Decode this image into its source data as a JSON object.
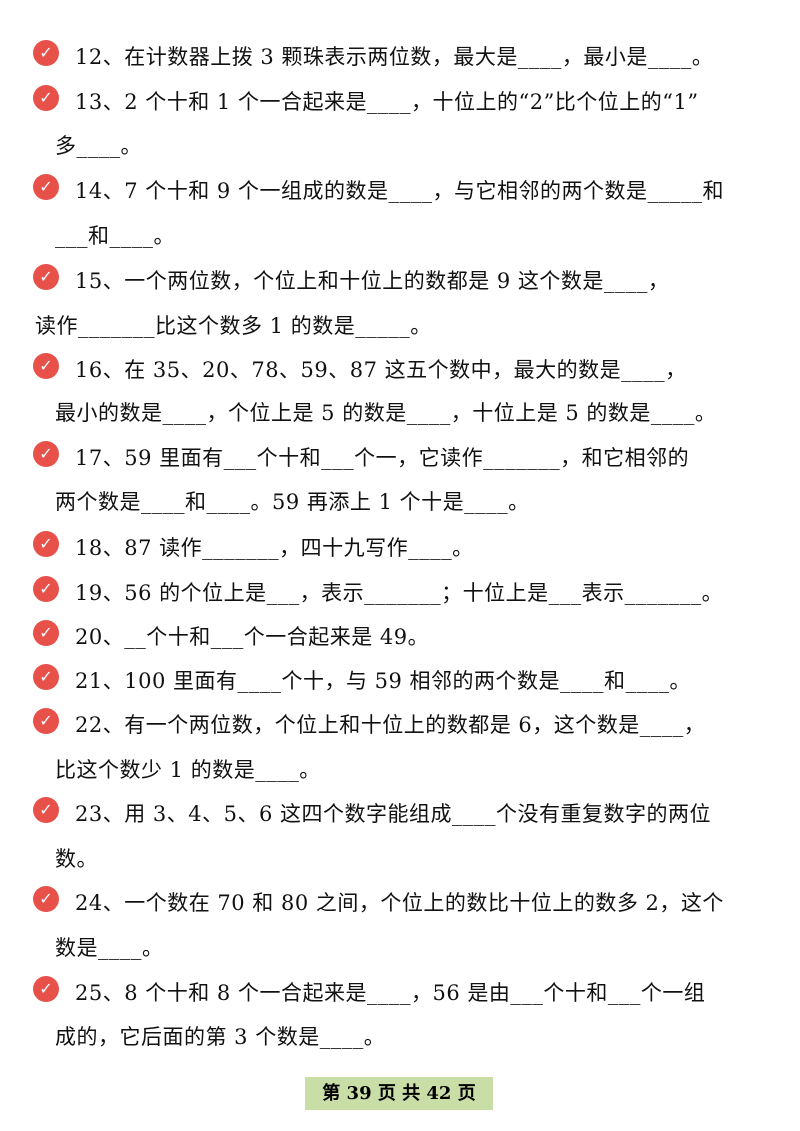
{
  "questions": [
    {
      "lines": [
        "12、在计数器上拨 3 颗珠表示两位数，最大是____，最小是____。"
      ]
    },
    {
      "lines": [
        "13、2 个十和 1 个一合起来是____，十位上的“2”比个位上的“1”",
        "多____。"
      ]
    },
    {
      "lines": [
        "14、7 个十和 9 个一组成的数是____，与它相邻的两个数是_____和",
        "___和____。"
      ]
    },
    {
      "lines": [
        "15、一个两位数，个位上和十位上的数都是 9 这个数是____，",
        "读作_______比这个数多 1 的数是_____。"
      ]
    },
    {
      "lines": [
        "16、在 35、20、78、59、87 这五个数中，最大的数是____，",
        "最小的数是____，个位上是 5 的数是____，十位上是 5 的数是____。"
      ]
    },
    {
      "lines": [
        "17、59 里面有___个十和___个一，它读作_______，和它相邻的",
        "两个数是____和____。59 再添上 1 个十是____。"
      ]
    },
    {
      "lines": [
        "18、87 读作_______，四十九写作____。"
      ]
    },
    {
      "lines": [
        "19、56 的个位上是___，表示_______；十位上是___表示_______。"
      ]
    },
    {
      "lines": [
        "20、__个十和___个一合起来是 49。"
      ]
    },
    {
      "lines": [
        "21、100 里面有____个十，与 59 相邻的两个数是____和____。"
      ]
    },
    {
      "lines": [
        "22、有一个两位数，个位上和十位上的数都是 6，这个数是____，",
        "比这个数少 1 的数是____。"
      ]
    },
    {
      "lines": [
        "23、用 3、4、5、6 这四个数字能组成____个没有重复数字的两位",
        "数。"
      ]
    },
    {
      "lines": [
        "24、一个数在 70 和 80 之间，个位上的数比十位上的数多 2，这个",
        "数是____。"
      ]
    },
    {
      "lines": [
        "25、8 个十和 8 个一合起来是____，56 是由___个十和___个一组",
        "成的，它后面的第 3 个数是____。"
      ]
    }
  ],
  "check_icon": "check-circle-icon",
  "check_color": "#e8504a",
  "footer": {
    "page_label": "第 39 页 共 42 页"
  }
}
